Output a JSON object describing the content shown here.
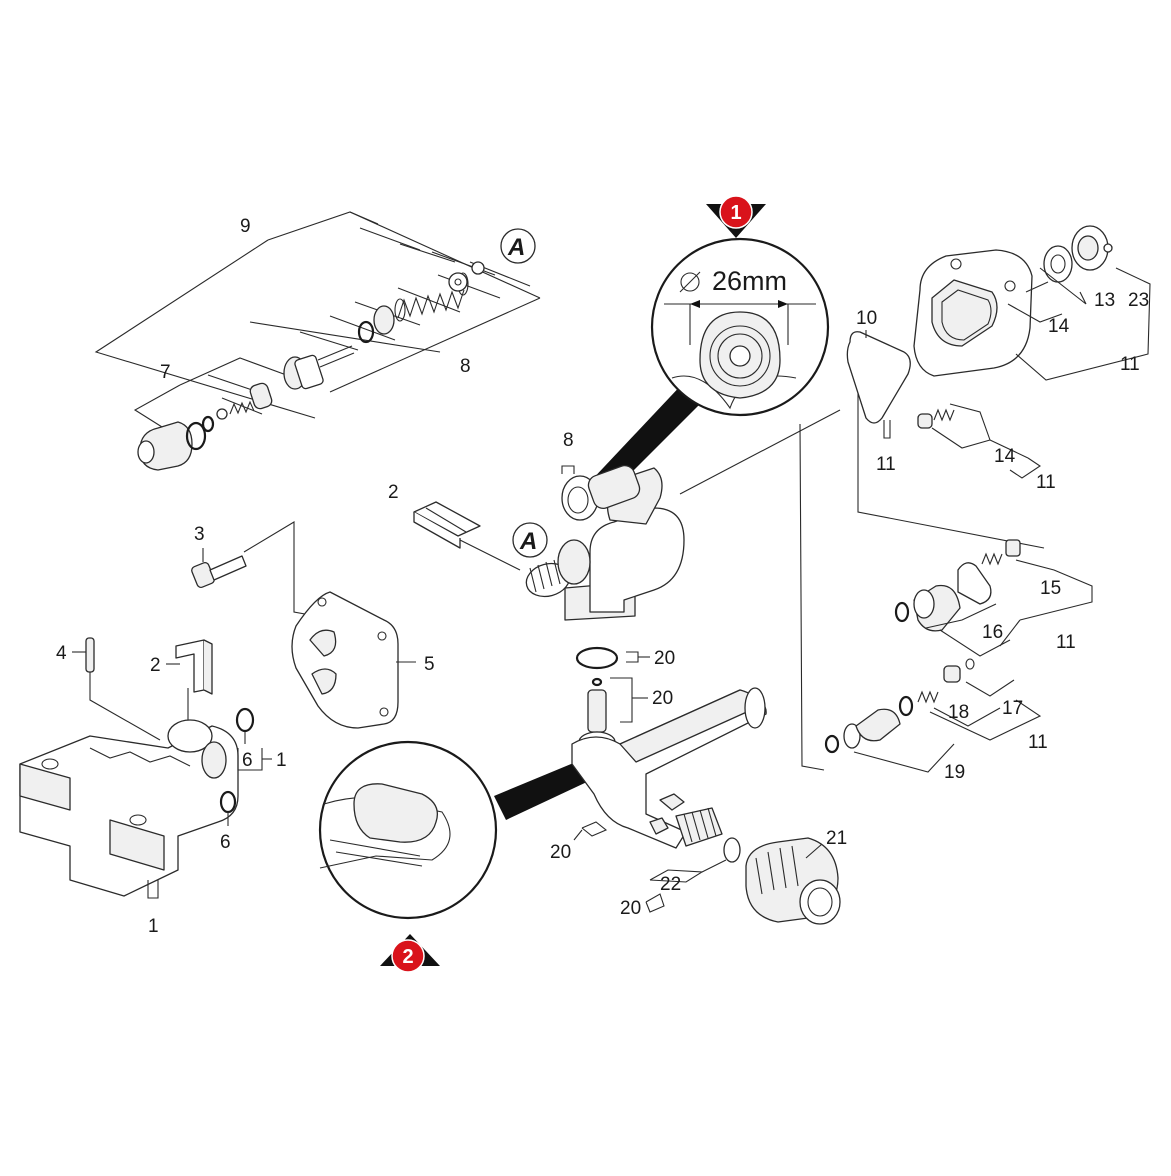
{
  "diagram": {
    "detail_markers": [
      {
        "id": "1",
        "label": "1"
      },
      {
        "id": "2",
        "label": "2"
      }
    ],
    "reference_symbol": "A",
    "dimension_label": "26mm",
    "diameter_symbol": "⌀",
    "callouts": {
      "c9": "9",
      "c7": "7",
      "c8a": "8",
      "c8b": "8",
      "c2a": "2",
      "c2b": "2",
      "c3": "3",
      "c4": "4",
      "c5": "5",
      "c6a": "6",
      "c6b": "6",
      "c1a": "1",
      "c1b": "1",
      "c10": "10",
      "c11a": "11",
      "c11b": "11",
      "c11c": "11",
      "c11d": "11",
      "c11e": "11",
      "c13": "13",
      "c14a": "14",
      "c14b": "14",
      "c23": "23",
      "c15": "15",
      "c16": "16",
      "c17": "17",
      "c18": "18",
      "c19": "19",
      "c20a": "20",
      "c20b": "20",
      "c20c": "20",
      "c20d": "20",
      "c21": "21",
      "c22": "22"
    }
  }
}
